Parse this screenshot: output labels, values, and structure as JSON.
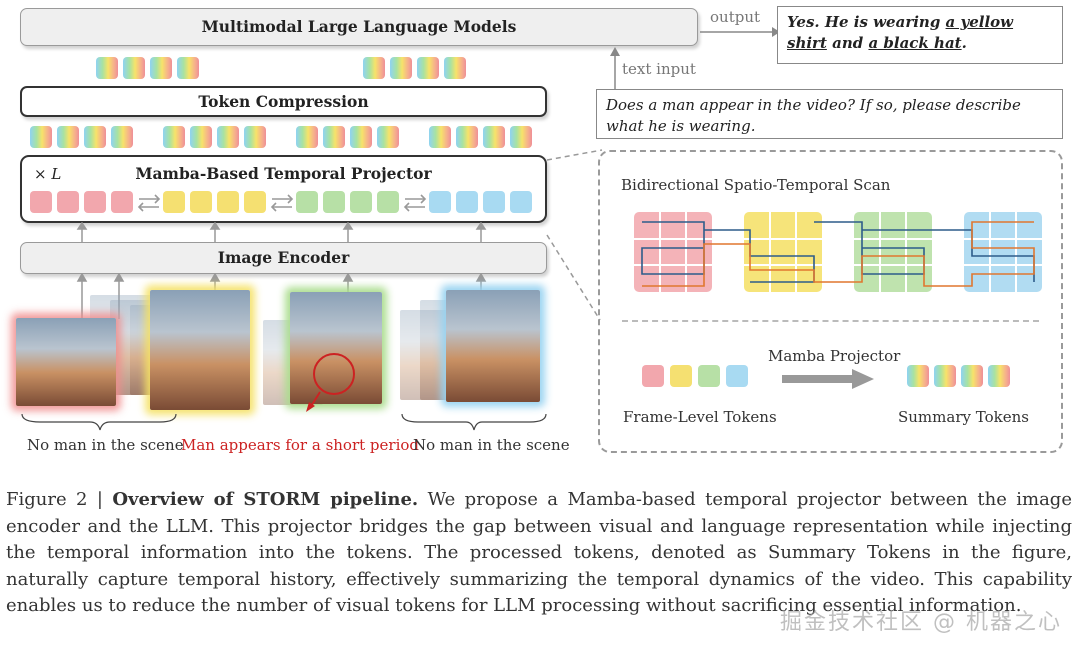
{
  "mllm": {
    "title": "Multimodal Large Language Models"
  },
  "token_compression": {
    "title": "Token Compression"
  },
  "projector": {
    "title": "Mamba-Based Temporal Projector",
    "repeat": "× L"
  },
  "encoder": {
    "title": "Image Encoder"
  },
  "flow": {
    "output": "output",
    "text_input": "text input"
  },
  "answer": {
    "prefix": "Yes. He is wearing ",
    "shirt": "a yellow shirt",
    "mid": " and ",
    "hat": "a black hat",
    "end": "."
  },
  "question": {
    "text": "Does a man appear in the video? If so, please describe what he is wearing."
  },
  "scan": {
    "title": "Bidirectional Spatio-Temporal Scan"
  },
  "legend": {
    "projector": "Mamba Projector",
    "frame_tokens": "Frame-Level Tokens",
    "summary_tokens": "Summary Tokens"
  },
  "frames": {
    "left": "No man in the scene",
    "middle": "Man appears for a short period",
    "right": "No man in the scene"
  },
  "caption": {
    "prefix": "Figure 2 | ",
    "bold": "Overview of STORM pipeline.",
    "body": " We propose a Mamba-based temporal projector between the image encoder and the LLM. This projector bridges the gap between visual and language representation while injecting the temporal information into the tokens. The processed tokens, denoted as Summary Tokens in the figure, naturally capture temporal history, effectively summarizing the temporal dynamics of the video. This capability enables us to reduce the number of visual tokens for LLM processing without sacrificing essential information."
  },
  "watermark": "掘金技术社区 @ 机器之心",
  "colors": {
    "red_token": "#f2a7ad",
    "yellow_token": "#f5e071",
    "green_token": "#b7e0a6",
    "blue_token": "#a8daf2",
    "highlight_red": "#cc2222"
  }
}
